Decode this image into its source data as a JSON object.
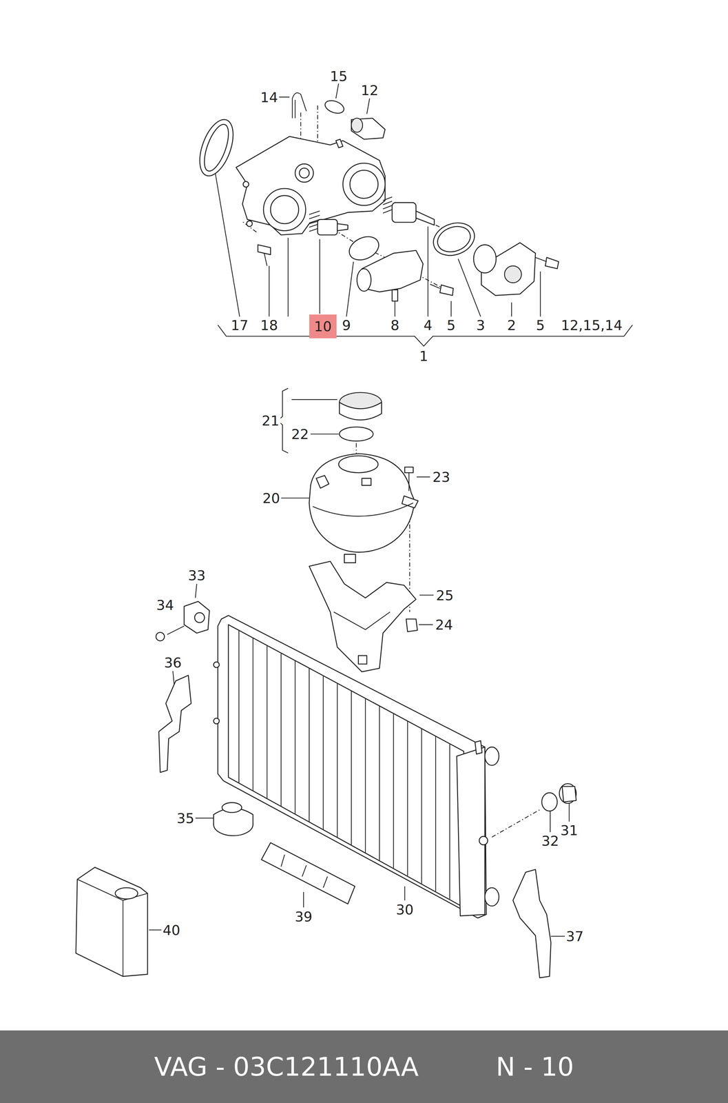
{
  "diagram": {
    "nodes": [
      {
        "text": [
          "10"
        ]
      },
      {
        "text": [
          "VAG - 03C121110AA",
          "N - 10"
        ]
      }
    ],
    "labels": [
      "15",
      "14",
      "12",
      "17",
      "18",
      "9",
      "8",
      "4",
      "5",
      "3",
      "2",
      "5",
      "12,15,14",
      "1",
      "21",
      "22",
      "23",
      "20",
      "33",
      "25",
      "34",
      "24",
      "36",
      "35",
      "32",
      "31",
      "39",
      "30",
      "40",
      "37"
    ]
  }
}
